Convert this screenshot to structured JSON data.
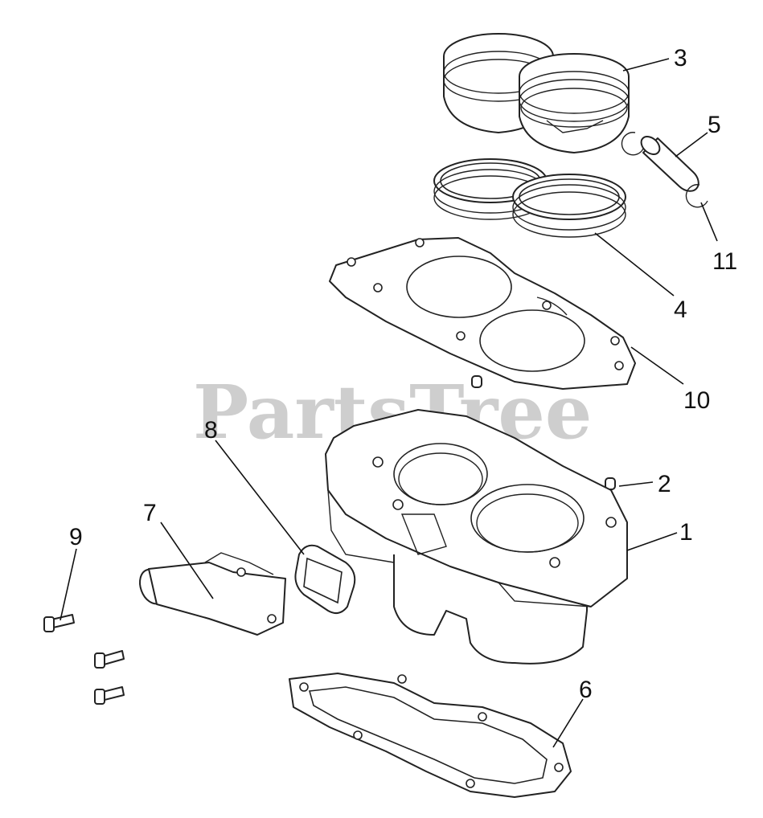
{
  "watermark": "PartsTree",
  "callouts": [
    {
      "id": "1",
      "label": "1"
    },
    {
      "id": "2",
      "label": "2"
    },
    {
      "id": "3",
      "label": "3"
    },
    {
      "id": "4",
      "label": "4"
    },
    {
      "id": "5",
      "label": "5"
    },
    {
      "id": "6",
      "label": "6"
    },
    {
      "id": "7",
      "label": "7"
    },
    {
      "id": "8",
      "label": "8"
    },
    {
      "id": "9",
      "label": "9"
    },
    {
      "id": "10",
      "label": "10"
    },
    {
      "id": "11",
      "label": "11"
    }
  ]
}
